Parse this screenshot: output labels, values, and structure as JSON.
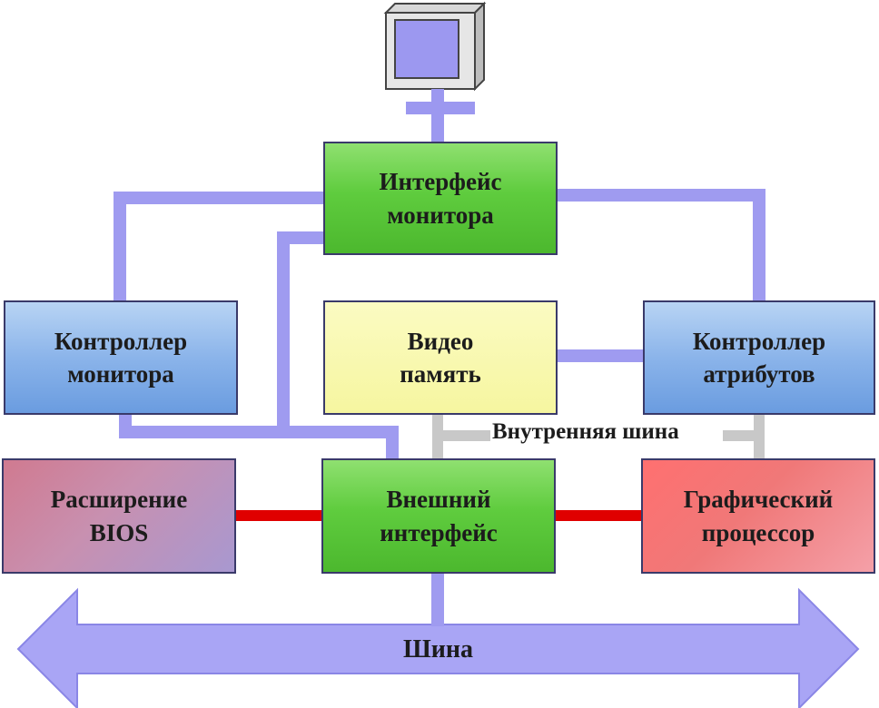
{
  "blocks": {
    "monitor_interface": {
      "line1": "Интерфейс",
      "line2": "монитора"
    },
    "monitor_controller": {
      "line1": "Контроллер",
      "line2": "монитора"
    },
    "video_memory": {
      "line1": "Видео",
      "line2": "память"
    },
    "attribute_controller": {
      "line1": "Контроллер",
      "line2": "атрибутов"
    },
    "bios_extension": {
      "line1": "Расширение",
      "line2": "BIOS"
    },
    "external_interface": {
      "line1": "Внешний",
      "line2": "интерфейс"
    },
    "graphics_processor": {
      "line1": "Графический",
      "line2": "процессор"
    }
  },
  "labels": {
    "internal_bus": "Внутренняя шина",
    "bus": "Шина"
  },
  "colors": {
    "wire": "#9f9bf0",
    "internal_bus": "#c8c8c8",
    "red_link": "#e00000",
    "arrow": "#a9a5f5"
  }
}
